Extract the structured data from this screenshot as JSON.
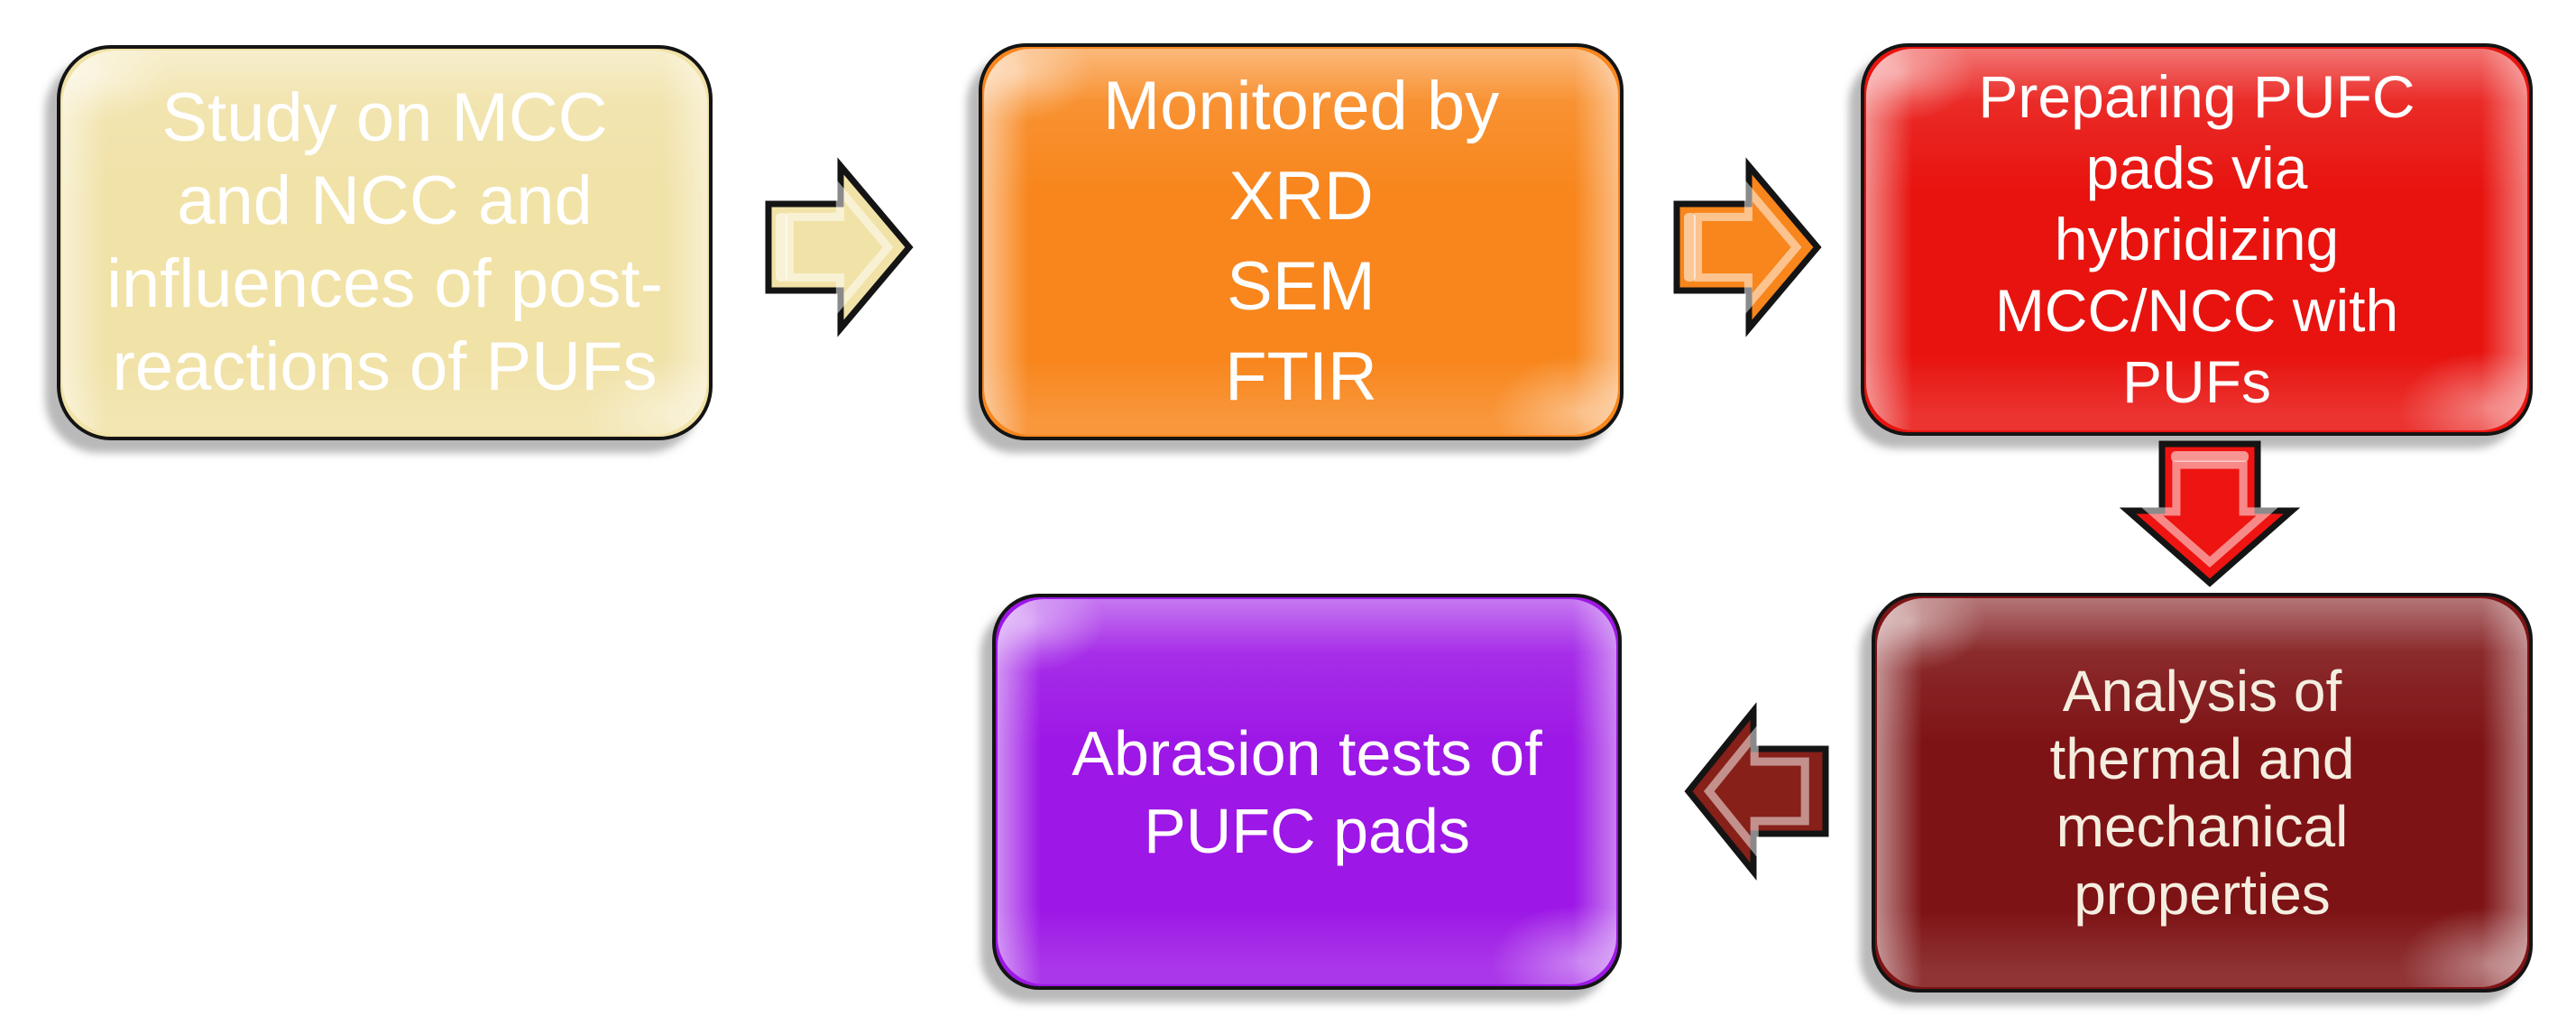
{
  "figure": {
    "type": "flowchart",
    "background": "#FFFFFF",
    "boxes": [
      {
        "id": "study",
        "lines": [
          "Study on MCC",
          "and NCC and",
          "influences of post-",
          "reactions of PUFs"
        ],
        "fill": "#F1E2A7",
        "text_color": "#FFFFFF"
      },
      {
        "id": "monitored",
        "lines": [
          "Monitored by",
          "XRD",
          "SEM",
          "FTIR"
        ],
        "fill": "#F8861C",
        "text_color": "#FFFFFF"
      },
      {
        "id": "preparing",
        "lines": [
          "Preparing PUFC",
          "pads via",
          "hybridizing",
          "MCC/NCC with",
          "PUFs"
        ],
        "fill": "#E8130F",
        "text_color": "#FFFFFF"
      },
      {
        "id": "analysis",
        "lines": [
          "Analysis of",
          "thermal and",
          "mechanical",
          "properties"
        ],
        "fill": "#7E1315",
        "text_color": "#F5EEE0"
      },
      {
        "id": "abrasion",
        "lines": [
          "Abrasion tests of",
          "PUFC pads"
        ],
        "fill": "#9D17E6",
        "text_color": "#FFFFFF"
      }
    ],
    "arrows": [
      {
        "id": "study-to-monitored",
        "direction": "right",
        "fill": "#F1E2A7",
        "outline": "#141414"
      },
      {
        "id": "monitored-to-preparing",
        "direction": "right",
        "fill": "#F8861C",
        "outline": "#141414"
      },
      {
        "id": "preparing-to-analysis",
        "direction": "down",
        "fill": "#EE1411",
        "outline": "#141414"
      },
      {
        "id": "analysis-to-abrasion",
        "direction": "left",
        "fill": "#862019",
        "outline": "#141414"
      }
    ]
  }
}
